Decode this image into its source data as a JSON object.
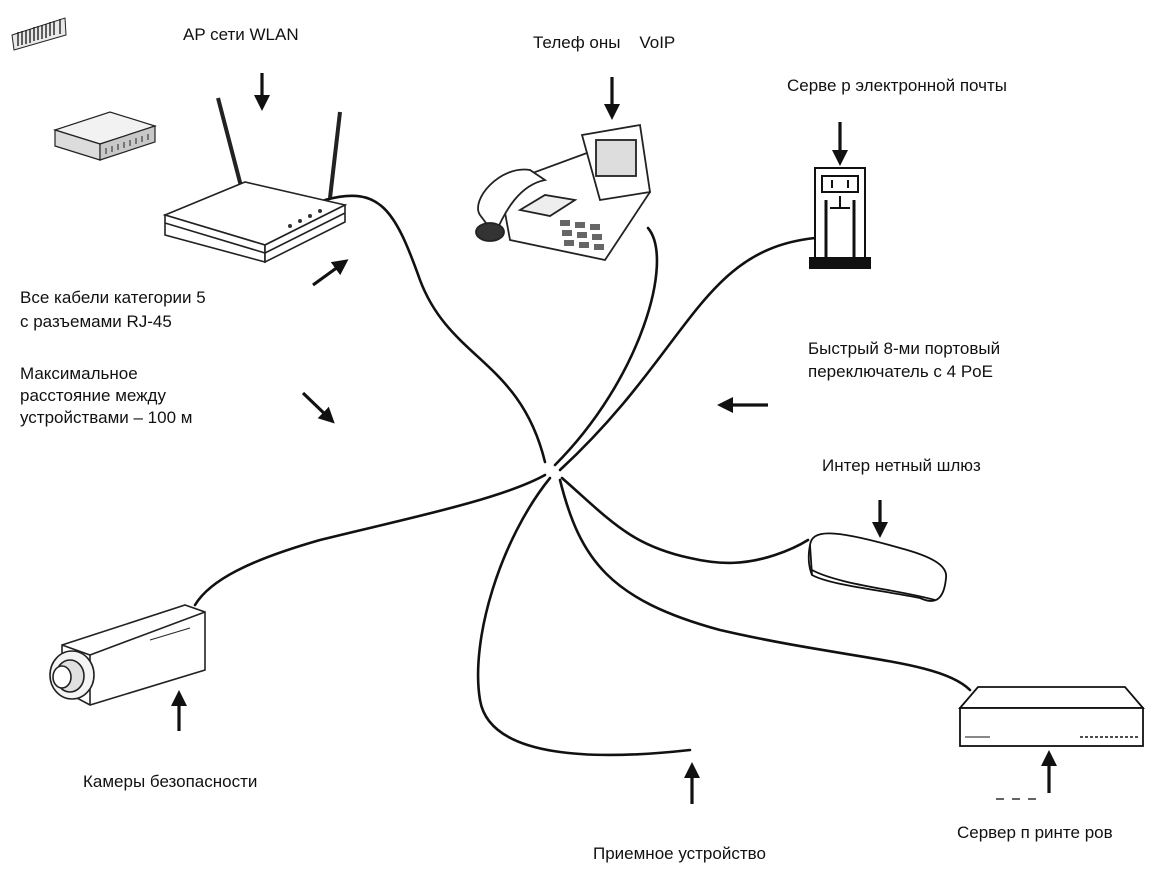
{
  "labels": {
    "wlan_ap": "AP сети WLAN",
    "voip_phones": "Телеф оны    VoIP",
    "mail_server": "Серве р электронной почты",
    "cables_line1": "Все кабели категории 5",
    "cables_line2": "с разъемами RJ-45",
    "distance_line1": "Максимальное",
    "distance_line2": "расстояние между",
    "distance_line3": "устройствами – 100 м",
    "switch_line1": "Быстрый 8-ми портовый",
    "switch_line2": "переключатель с 4 PoE",
    "gateway": "Интер нетный шлюз",
    "cameras": "Камеры безопасности",
    "receiver": "Приемное устройство",
    "print_server": "Сервер п ринте ров"
  },
  "icons": {
    "wlan_router": "wifi-router-icon",
    "phone": "voip-phone-icon",
    "mail_server": "server-tower-icon",
    "gateway": "internet-gateway-icon",
    "camera": "security-camera-icon",
    "print_server": "print-server-icon",
    "switch": "network-switch-icon",
    "patch_panel": "patch-panel-icon"
  }
}
